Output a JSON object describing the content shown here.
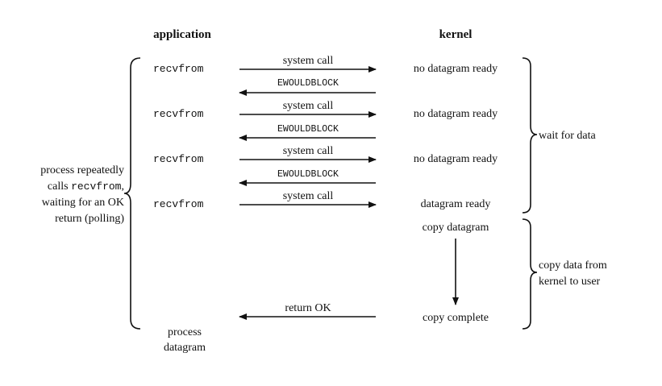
{
  "headers": {
    "application": "application",
    "kernel": "kernel"
  },
  "app_calls": [
    "recvfrom",
    "recvfrom",
    "recvfrom",
    "recvfrom"
  ],
  "system_call_label": "system call",
  "ewouldblock_label": "EWOULDBLOCK",
  "kernel_states": [
    "no datagram ready",
    "no datagram ready",
    "no datagram ready",
    "datagram ready"
  ],
  "copy_datagram": "copy datagram",
  "copy_complete": "copy complete",
  "return_ok": "return OK",
  "process_datagram": [
    "process",
    "datagram"
  ],
  "left_note": {
    "line1": "process repeatedly",
    "line2_prefix": "calls ",
    "line2_code": "recvfrom",
    "line2_suffix": ",",
    "line3": "waiting for an OK",
    "line4": "return (polling)"
  },
  "right_notes": {
    "wait": "wait for data",
    "copy_line1": "copy data from",
    "copy_line2": "kernel to user"
  }
}
